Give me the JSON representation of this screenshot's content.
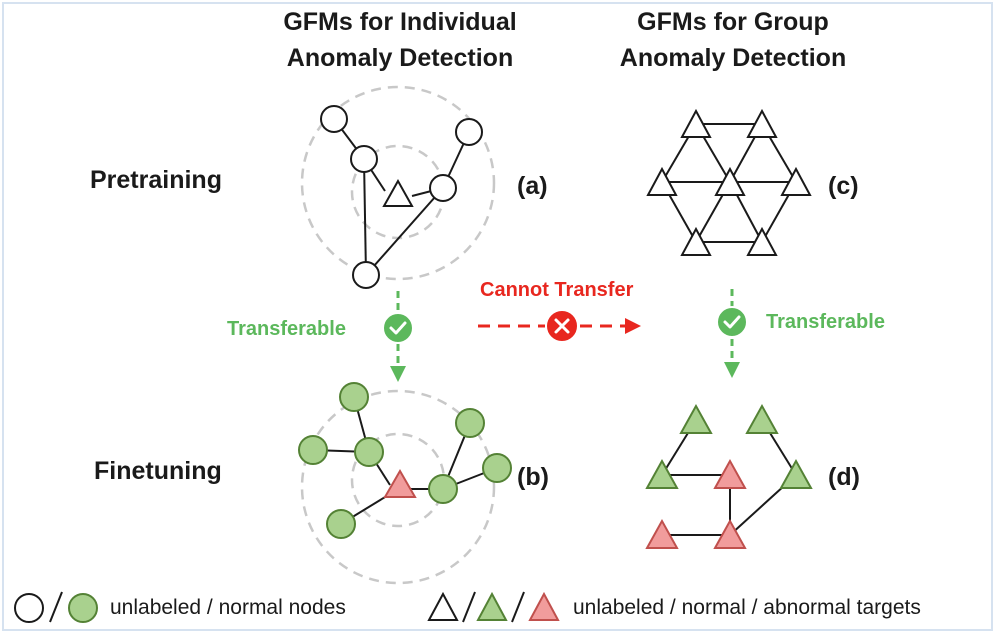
{
  "headings": {
    "individual": [
      "GFMs for Individual",
      "Anomaly Detection"
    ],
    "group": [
      "GFMs for Group",
      "Anomaly Detection"
    ]
  },
  "rows": {
    "pretraining": "Pretraining",
    "finetuning": "Finetuning"
  },
  "panels": {
    "a": "(a)",
    "b": "(b)",
    "c": "(c)",
    "d": "(d)"
  },
  "arrows": {
    "transferable_left": "Transferable",
    "transferable_right": "Transferable",
    "cannot_transfer": "Cannot Transfer"
  },
  "legend": {
    "nodes_label": "unlabeled / normal nodes",
    "targets_label": "unlabeled / normal / abnormal targets"
  },
  "colors": {
    "normal_fill": "#a9d18e",
    "normal_stroke": "#548235",
    "abnormal_fill": "#f19c9c",
    "abnormal_stroke": "#c0504d",
    "transfer_green": "#5cb85c",
    "cannot_red": "#e8271f",
    "dashed_circle": "#c8c8c8"
  },
  "icons": {
    "check": "check-circle-icon",
    "cross": "cross-circle-icon"
  }
}
